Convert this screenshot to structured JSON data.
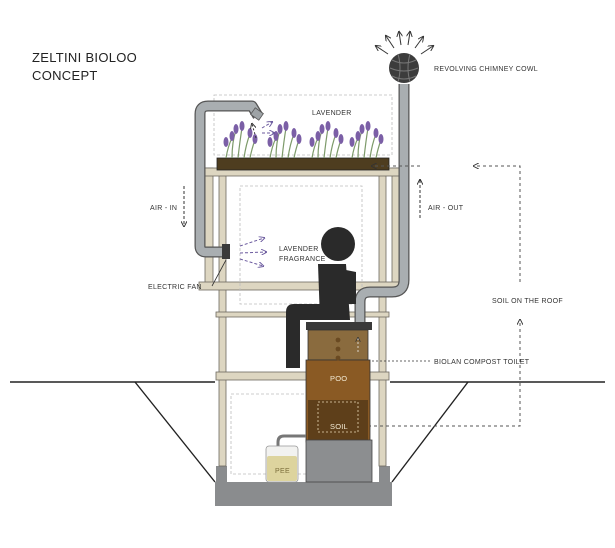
{
  "title": [
    "ZELTINI BIOLOO",
    "CONCEPT"
  ],
  "labels": {
    "lavender": "LAVENDER",
    "chimney": "REVOLVING CHIMNEY COWL",
    "air_in": "AIR - IN",
    "air_out": "AIR - OUT",
    "fragrance": [
      "LAVENDER",
      "FRAGRANCE"
    ],
    "electric_fan": "ELECTRIC FAN",
    "soil_roof": "SOIL ON THE ROOF",
    "compost_toilet": "BIOLAN COMPOST TOILET",
    "poo": "POO",
    "soil": "SOIL",
    "pee": "PEE"
  },
  "colors": {
    "frame": "#ddd6c1",
    "pipe": "#9ea3a6",
    "poo": "#8a5a24",
    "soil": "#5e3f1a",
    "pee": "#ddd49e",
    "figure": "#2a2a2a",
    "lavender": "#7b5fa6"
  }
}
